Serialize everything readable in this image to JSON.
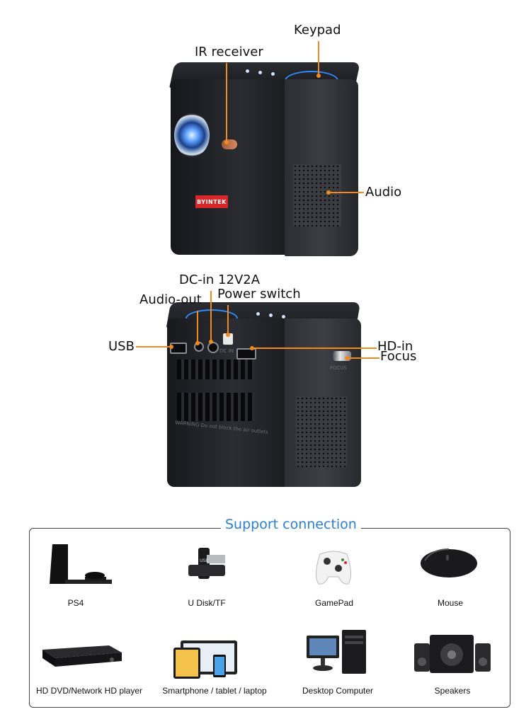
{
  "colors": {
    "callout_line": "#f08a1c",
    "title_blue": "#2a7fd4",
    "brand_red": "#d62828",
    "keypad_blue": "#2f8bff"
  },
  "product": {
    "brand_text": "BYINTEK",
    "back_panel_text": {
      "warning": "WARNING Do not block the air outlets",
      "dc_in": "DC IN",
      "focus": "FOCUS"
    }
  },
  "front_callouts": {
    "keypad": "Keypad",
    "ir_receiver": "IR receiver",
    "audio": "Audio"
  },
  "back_callouts": {
    "dc_in": "DC-in 12V2A",
    "audio_out": "Audio-out",
    "power_switch": "Power switch",
    "usb": "USB",
    "hd_in": "HD-in",
    "focus": "Focus"
  },
  "support": {
    "title": "Support connection",
    "devices": [
      {
        "label": "PS4",
        "icon": "ps4-console-icon"
      },
      {
        "label": "U Disk/TF",
        "icon": "usb-drive-icon"
      },
      {
        "label": "GamePad",
        "icon": "gamepad-icon"
      },
      {
        "label": "Mouse",
        "icon": "mouse-icon"
      },
      {
        "label": "HD DVD/Network HD player",
        "icon": "dvd-player-icon"
      },
      {
        "label": "Smartphone / tablet / laptop",
        "icon": "devices-icon"
      },
      {
        "label": "Desktop Computer",
        "icon": "desktop-computer-icon"
      },
      {
        "label": "Speakers",
        "icon": "speakers-icon"
      }
    ]
  }
}
